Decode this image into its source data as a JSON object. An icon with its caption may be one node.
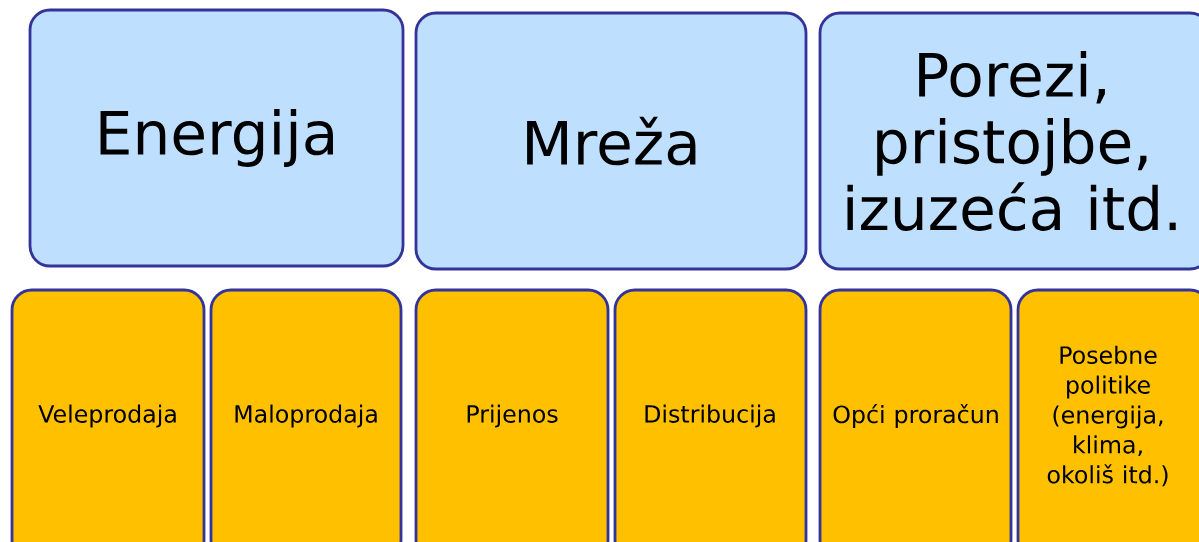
{
  "diagram": {
    "nodes": [
      {
        "text": [
          "Energija"
        ]
      },
      {
        "text": [
          "Mreža"
        ]
      },
      {
        "text": [
          "Porezi, pristojbe, izuzeća itd."
        ]
      },
      {
        "text": [
          "Veleprodaja"
        ]
      },
      {
        "text": [
          "Maloprodaja"
        ]
      },
      {
        "text": [
          "Prijenos"
        ]
      },
      {
        "text": [
          "Distribucija"
        ]
      },
      {
        "text": [
          "Opći proračun"
        ]
      },
      {
        "text": [
          "Posebne politike (energija, klima, okoliš itd.)"
        ]
      }
    ]
  }
}
